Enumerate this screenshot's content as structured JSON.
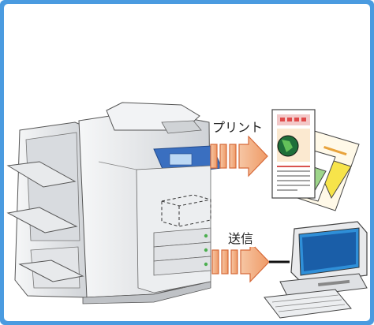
{
  "labels": {
    "print": "プリント",
    "send": "送信"
  },
  "colors": {
    "frame": "#4a9be0",
    "arrow_fill": "#f2b48a",
    "arrow_stroke": "#d66a3a",
    "copier_body": "#e9eaec",
    "copier_panel": "#3a6fc0",
    "monitor_screen": "#2f8fd8"
  },
  "icons": [
    "multifunction-copier",
    "printed-documents",
    "desktop-computer"
  ]
}
